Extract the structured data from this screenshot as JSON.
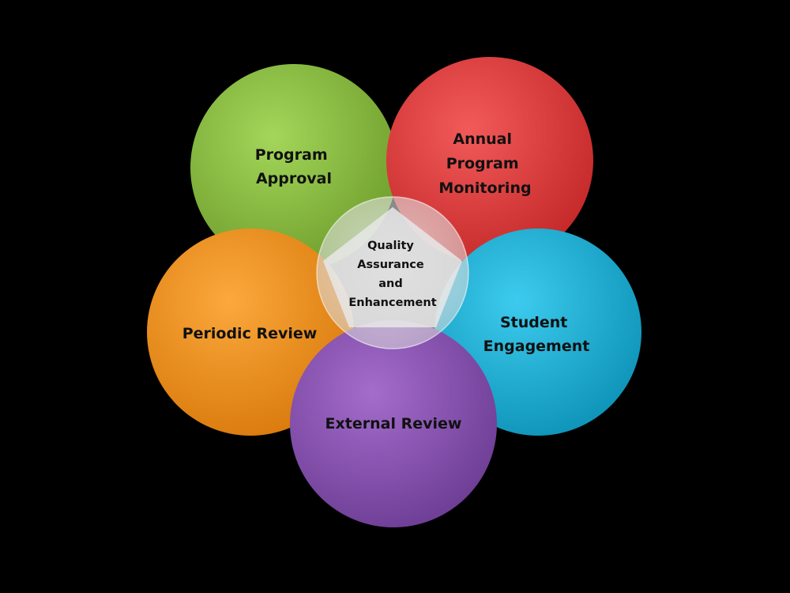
{
  "diagram": {
    "center": {
      "lines": [
        "Quality",
        "Assurance",
        "and",
        "Enhancement"
      ]
    },
    "petals": [
      {
        "id": "program-approval",
        "lines": [
          "Program",
          "Approval"
        ],
        "color": "#8dc63f",
        "color_light": "#a3d65a",
        "color_dark": "#6f9e2c"
      },
      {
        "id": "annual-program-monitoring",
        "lines": [
          "Annual",
          "Program",
          "Monitoring"
        ],
        "color": "#e83c3c",
        "color_light": "#f25a5a",
        "color_dark": "#c42828"
      },
      {
        "id": "student-engagement",
        "lines": [
          "Student",
          "Engagement"
        ],
        "color": "#18b8e0",
        "color_light": "#3ccbee",
        "color_dark": "#0e93b8"
      },
      {
        "id": "external-review",
        "lines": [
          "External Review"
        ],
        "color": "#8d55b8",
        "color_light": "#a46ccc",
        "color_dark": "#6d3d94"
      },
      {
        "id": "periodic-review",
        "lines": [
          "Periodic Review"
        ],
        "color": "#f7941d",
        "color_light": "#fba83c",
        "color_dark": "#d97a0c"
      }
    ]
  }
}
